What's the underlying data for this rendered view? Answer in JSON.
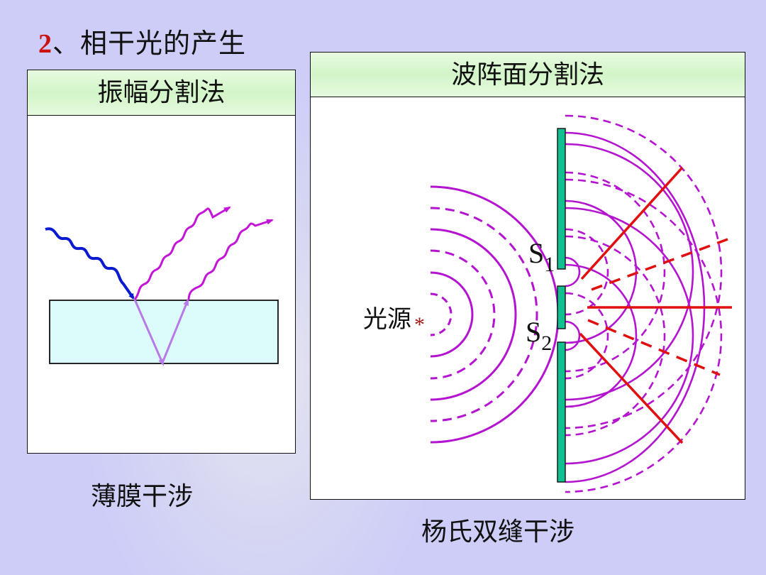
{
  "title": {
    "number": "2",
    "text": "、相干光的产生"
  },
  "left_panel": {
    "header": "振幅分割法",
    "caption": "薄膜干涉",
    "colors": {
      "incident_wave": "#0a1ad0",
      "reflected_wave": "#c414d8",
      "refracted_ray": "#b87ae8",
      "film_fill": "#dcfcfc"
    }
  },
  "right_panel": {
    "header": "波阵面分割法",
    "caption": "杨氏双缝干涉",
    "source_label": "光源",
    "source_symbol": "*",
    "slit1_label": "S",
    "slit1_sub": "1",
    "slit2_label": "S",
    "slit2_sub": "2",
    "colors": {
      "wavefront": "#b414d0",
      "screen": "#10c090",
      "fringe_line": "#e01010"
    }
  }
}
